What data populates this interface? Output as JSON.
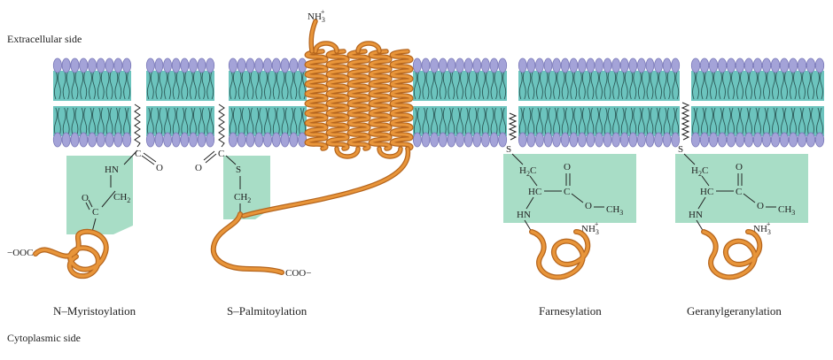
{
  "labels": {
    "extracellular": "Extracellular side",
    "cytoplasmic": "Cytoplasmic side"
  },
  "captions": {
    "myristoylation": "N–Myristoylation",
    "palmitoylation": "S–Palmitoylation",
    "farnesylation": "Farnesylation",
    "geranylgeranylation": "Geranylgeranylation"
  },
  "chem": {
    "nh3": "NH",
    "nh3_sub": "3",
    "nh3_sup": "+",
    "coo_minus": "COO−",
    "ooc_minus": "−OOC",
    "hn": "HN",
    "c": "C",
    "o": "O",
    "ch2": "CH",
    "ch2_sub": "2",
    "s": "S",
    "h2c": "H",
    "h2c_sub": "2",
    "h2c_c": "C",
    "hc": "HC",
    "ch3": "CH",
    "ch3_sub": "3"
  },
  "colors": {
    "head": "#a4a3d8",
    "head_stroke": "#7a79b8",
    "tail": "#6cc4be",
    "tail_dark": "#2c5a58",
    "protein": "#e8953a",
    "protein_dark": "#b5651d",
    "anchor_box": "#a8ddc6"
  }
}
